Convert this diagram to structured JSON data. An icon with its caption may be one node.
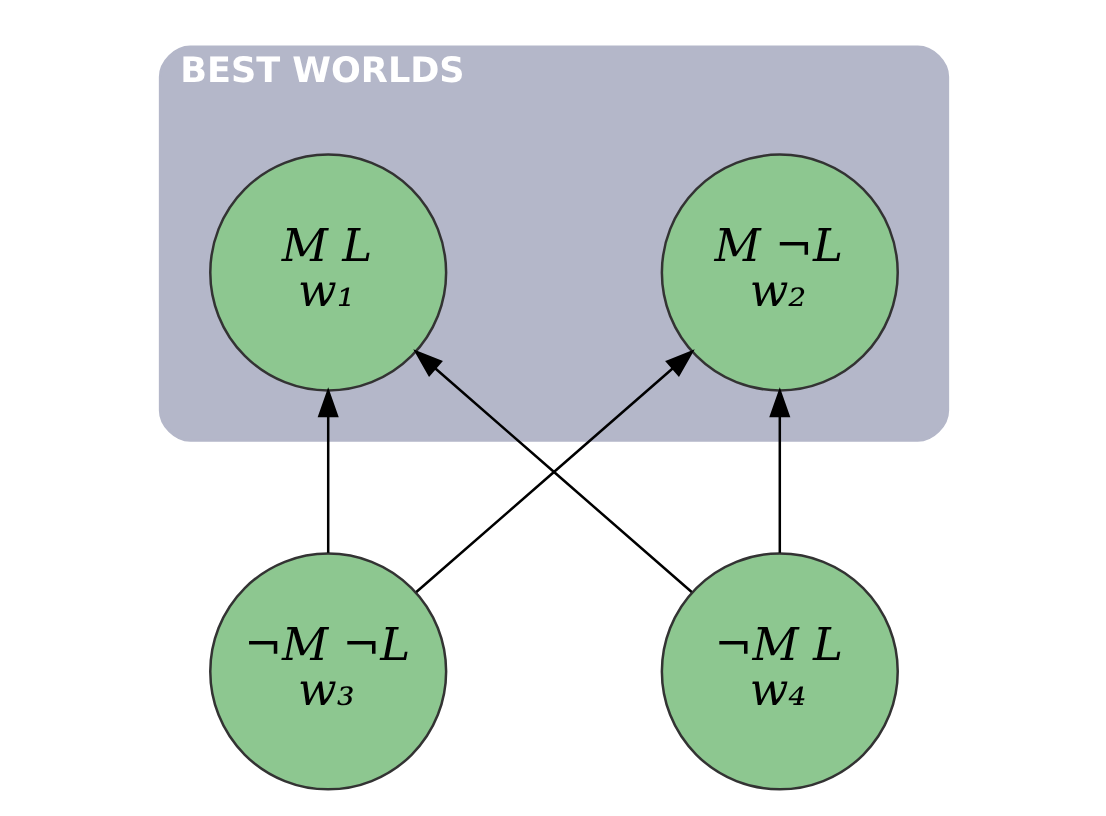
{
  "diagram": {
    "nodes": [
      {
        "text": [
          "BEST WORLDS"
        ]
      },
      {
        "text": [
          "M L",
          "w₁"
        ],
        "in": 0
      },
      {
        "text": [
          "M ¬L",
          "w₂"
        ],
        "in": 0
      },
      {
        "text": [
          "¬M ¬L",
          "w₃"
        ]
      },
      {
        "text": [
          "¬M L",
          "w₄"
        ]
      }
    ],
    "edges": [
      {
        "from": 3,
        "to": 1,
        "arrow": "to"
      },
      {
        "from": 3,
        "to": 2,
        "arrow": "to"
      },
      {
        "from": 4,
        "to": 1,
        "arrow": "to"
      },
      {
        "from": 4,
        "to": 2,
        "arrow": "to"
      }
    ]
  }
}
